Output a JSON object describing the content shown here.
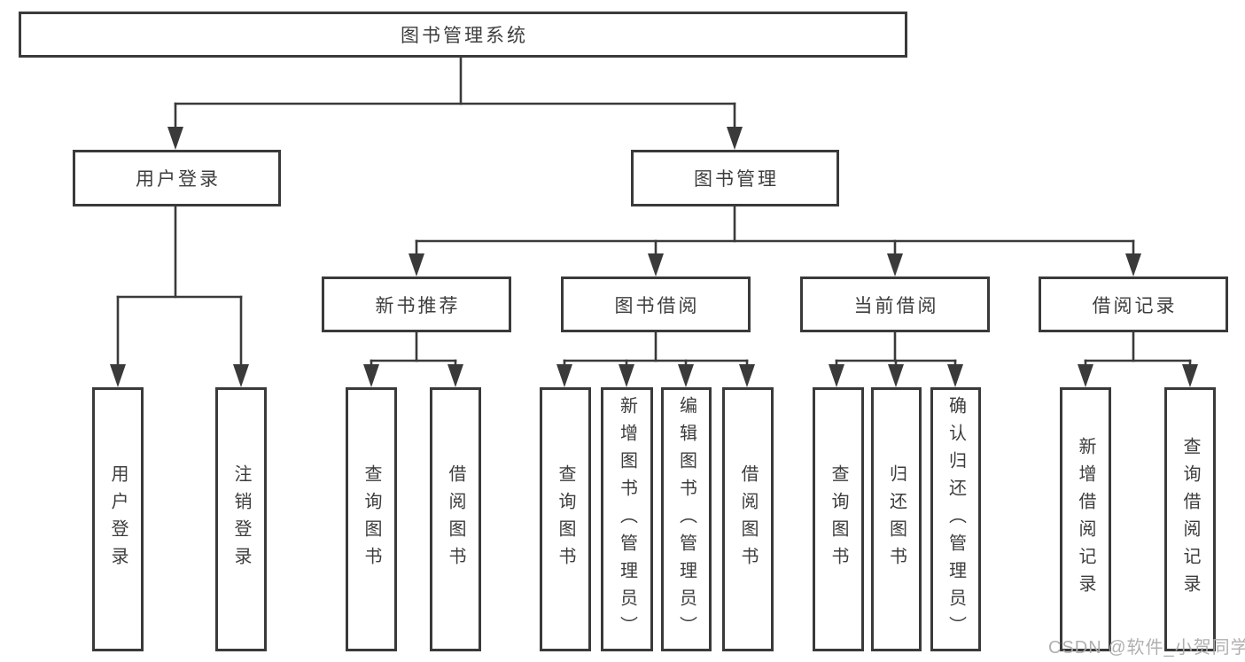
{
  "tree": {
    "label": "图书管理系统",
    "children": [
      {
        "label": "用户登录",
        "children": [
          {
            "label": "用户登录"
          },
          {
            "label": "注销登录"
          }
        ]
      },
      {
        "label": "图书管理",
        "children": [
          {
            "label": "新书推荐",
            "children": [
              {
                "label": "查询图书"
              },
              {
                "label": "借阅图书"
              }
            ]
          },
          {
            "label": "图书借阅",
            "children": [
              {
                "label": "查询图书"
              },
              {
                "label": "新增图书（管理员）"
              },
              {
                "label": "编辑图书（管理员）"
              },
              {
                "label": "借阅图书"
              }
            ]
          },
          {
            "label": "当前借阅",
            "children": [
              {
                "label": "查询图书"
              },
              {
                "label": "归还图书"
              },
              {
                "label": "确认归还（管理员）"
              }
            ]
          },
          {
            "label": "借阅记录",
            "children": [
              {
                "label": "新增借阅记录"
              },
              {
                "label": "查询借阅记录"
              }
            ]
          }
        ]
      }
    ]
  },
  "watermark": "CSDN @软件_小贺同学",
  "colors": {
    "line": "#3a3a3a",
    "text": "#3d3d3d",
    "background": "#ffffff",
    "watermark": "#acacac"
  }
}
